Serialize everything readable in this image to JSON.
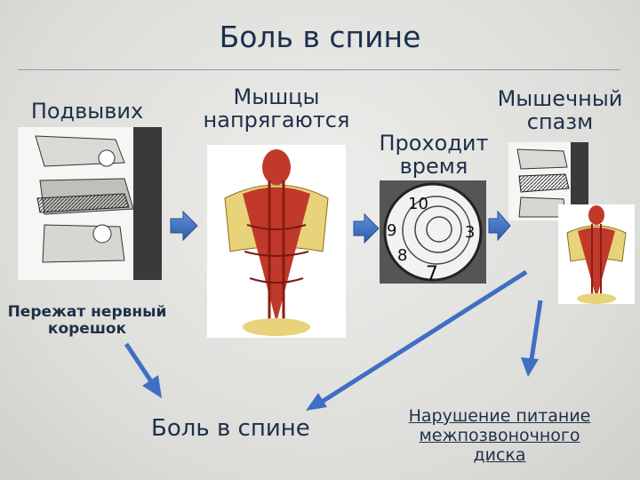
{
  "title": "Боль в спине",
  "labels": {
    "podvyvih": "Подвывих",
    "myshcy": "Мышцы напрягаются",
    "prohodit": "Проходит время",
    "spazm": "Мышечный спазм",
    "peregat": "Пережат нервный корешок",
    "bol": "Боль в спине",
    "narushenie": "Нарушение питание межпозвоночного диска"
  },
  "images": [
    "spine-xray-illustration",
    "back-muscles-illustration",
    "spiral-clock-illustration",
    "spine-xray-small",
    "back-muscles-small"
  ],
  "colors": {
    "title": "#1a2f4d",
    "arrow": "#3f6fc4",
    "muscle": "#c0392b",
    "bone": "#e8d27a"
  }
}
